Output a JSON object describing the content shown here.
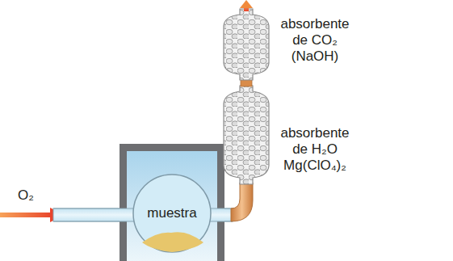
{
  "diagram": {
    "nodes": [
      {
        "text": [
          "muestra"
        ]
      }
    ],
    "labels": [
      "O₂",
      "absorbente de CO₂ (NaOH)",
      "absorbente de H₂O Mg(ClO₄)₂"
    ]
  }
}
